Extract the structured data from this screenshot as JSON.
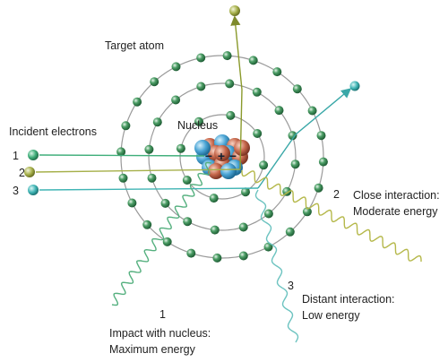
{
  "labels": {
    "target_atom": "Target atom",
    "nucleus": "Nucleus",
    "incident_electrons": "Incident electrons",
    "close_interaction_line1": "Close interaction:",
    "close_interaction_line2": "Moderate energy",
    "distant_interaction_line1": "Distant interaction:",
    "distant_interaction_line2": "Low energy",
    "impact_line1": "Impact with nucleus:",
    "impact_line2": "Maximum energy"
  },
  "incident": [
    {
      "number": "1",
      "color": "#3fae7a"
    },
    {
      "number": "2",
      "color": "#a6b04a"
    },
    {
      "number": "3",
      "color": "#3fb4b4"
    }
  ],
  "interaction_numbers": {
    "close": "2",
    "distant": "3",
    "impact": "1"
  },
  "colors": {
    "shell": "#9a9a9a",
    "orbital_electron": "#3c8f5a",
    "proton": "#c86a4e",
    "neutron": "#4da6d6",
    "wave_close": "#b5b84a",
    "wave_distant": "#6cc3c0",
    "wave_impact": "#55b07f"
  },
  "icons": {
    "plus": "+",
    "minus": "−"
  }
}
